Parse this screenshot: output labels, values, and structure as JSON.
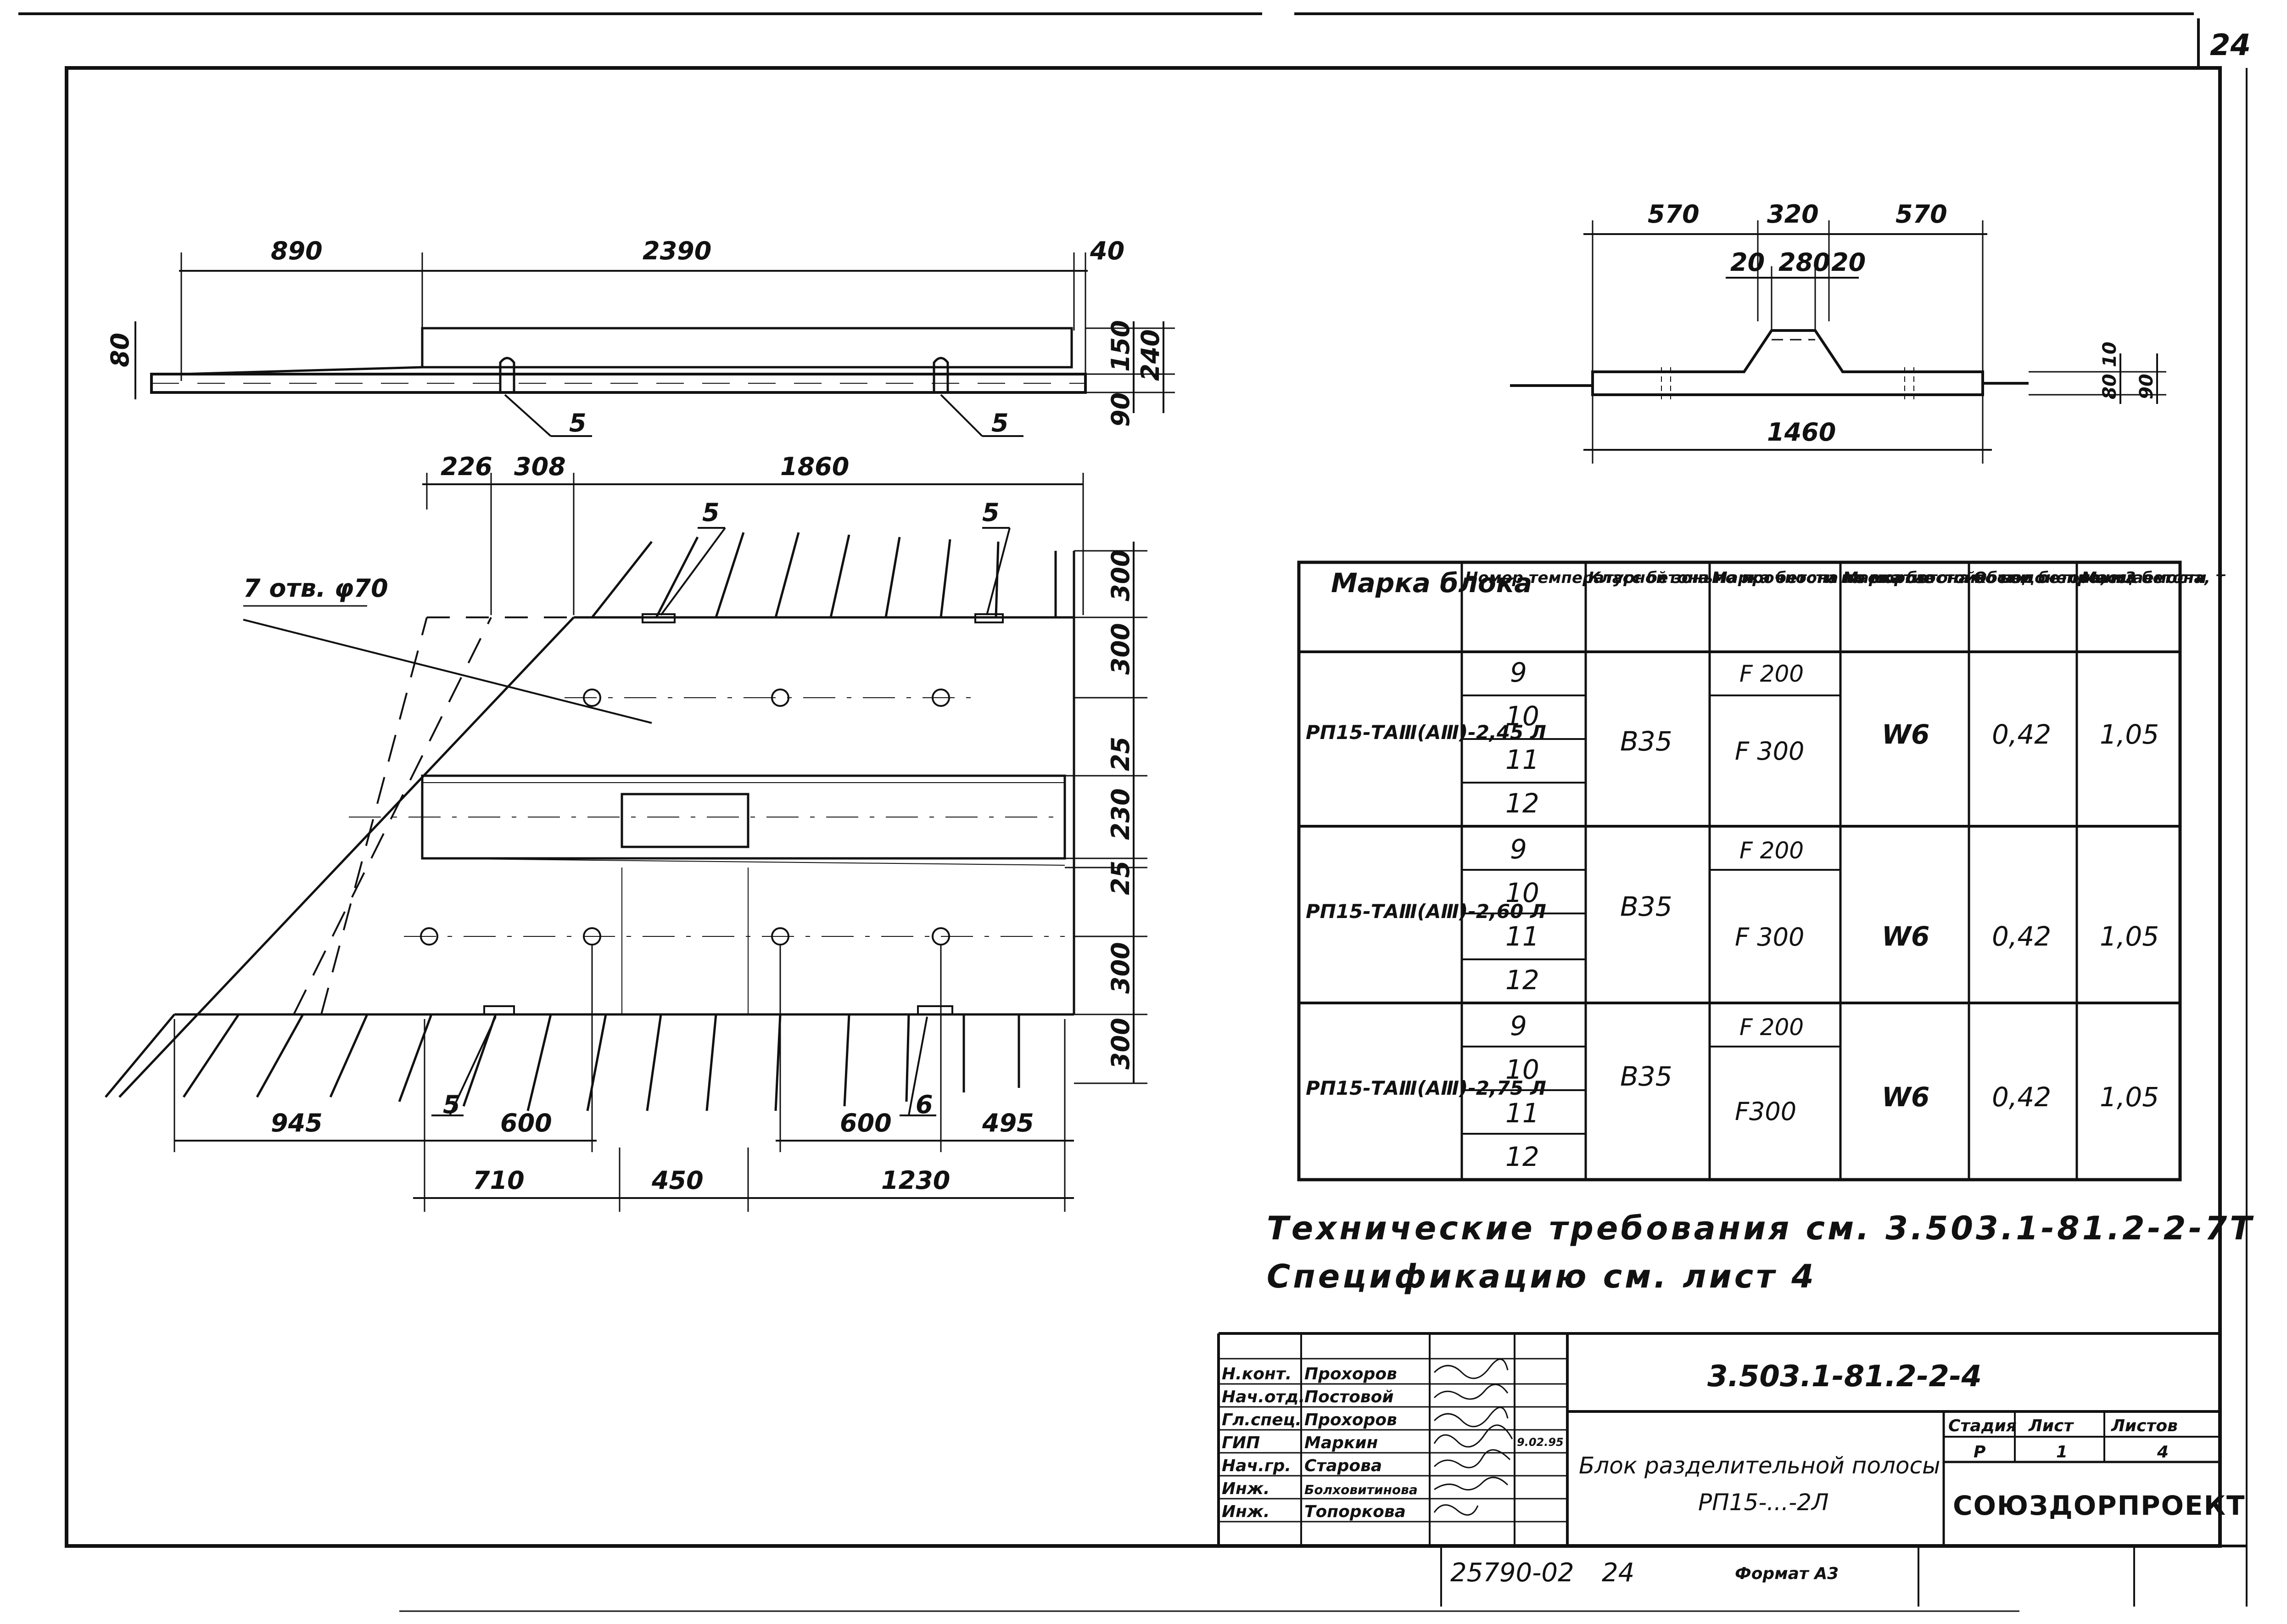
{
  "sheet": {
    "page_number": "24",
    "inventory": "25790-02",
    "copy_number": "24",
    "format": "Формат А3"
  },
  "drawings": {
    "elevation": {
      "dims_top": [
        "890",
        "2390",
        "40"
      ],
      "dims_right": [
        "150",
        "240",
        "90"
      ],
      "dim_left": "80",
      "callouts": [
        "5",
        "5"
      ]
    },
    "plan": {
      "dims_top": [
        "226",
        "308",
        "1860"
      ],
      "hole_note": "7 отв. φ70",
      "dims_right": [
        "300",
        "300",
        "25",
        "230",
        "25",
        "300",
        "300"
      ],
      "dims_bottom_row1": [
        "945",
        "600",
        "600",
        "495"
      ],
      "dims_bottom_row2": [
        "710",
        "450",
        "1230"
      ],
      "callouts": [
        "5",
        "5",
        "5",
        "6"
      ]
    },
    "section": {
      "dims_top": [
        "570",
        "320",
        "570"
      ],
      "dims_top_inner": [
        "20",
        "280",
        "20"
      ],
      "dim_bottom": "1460",
      "dims_right": [
        "10",
        "80",
        "90"
      ]
    }
  },
  "table": {
    "headers": [
      "Марка блока",
      "Номер температурной зоны",
      "Класс бетона по прочности на сжатие",
      "Марка бетона по морозостойкости",
      "Марка бетона по водонепроницаемости",
      "Объем бетона, м3",
      "Масса бетона, т"
    ],
    "rows": [
      {
        "mark": "РП15-ТАⅢ(АⅢ)-2,45 Л",
        "zones": [
          "9",
          "10",
          "11",
          "12"
        ],
        "class": "В35",
        "frost": [
          "F 200",
          "F 300"
        ],
        "water": "W6",
        "volume": "0,42",
        "mass": "1,05"
      },
      {
        "mark": "РП15-ТАⅢ(АⅢ)-2,60 Л",
        "zones": [
          "9",
          "10",
          "11",
          "12"
        ],
        "class": "В35",
        "frost": [
          "F 200",
          "F 300"
        ],
        "water": "W6",
        "volume": "0,42",
        "mass": "1,05"
      },
      {
        "mark": "РП15-ТАⅢ(АⅢ)-2,75 Л",
        "zones": [
          "9",
          "10",
          "11",
          "12"
        ],
        "class": "В35",
        "frost": [
          "F 200",
          "F300"
        ],
        "water": "W6",
        "volume": "0,42",
        "mass": "1,05"
      }
    ]
  },
  "notes": [
    "Технические требования см. 3.503.1-81.2-2-7Т",
    "Спецификацию см. лист 4"
  ],
  "title_block": {
    "designation": "3.503.1-81.2-2-4",
    "title_line1": "Блок разделительной полосы",
    "title_line2": "РП15-...-2Л",
    "stage_label": "Стадия",
    "sheet_label": "Лист",
    "sheets_label": "Листов",
    "stage": "Р",
    "sheet": "1",
    "sheets": "4",
    "organization": "СОЮЗДОРПРОЕКТ",
    "date": "9.02.95",
    "staff": [
      {
        "role": "Н.конт.",
        "name": "Прохоров"
      },
      {
        "role": "Нач.отд.",
        "name": "Постовой"
      },
      {
        "role": "Гл.спец.",
        "name": "Прохоров"
      },
      {
        "role": "ГИП",
        "name": "Маркин"
      },
      {
        "role": "Нач.гр.",
        "name": "Старова"
      },
      {
        "role": "Инж.",
        "name": "Болховитинова"
      },
      {
        "role": "Инж.",
        "name": "Топоркова"
      }
    ]
  }
}
